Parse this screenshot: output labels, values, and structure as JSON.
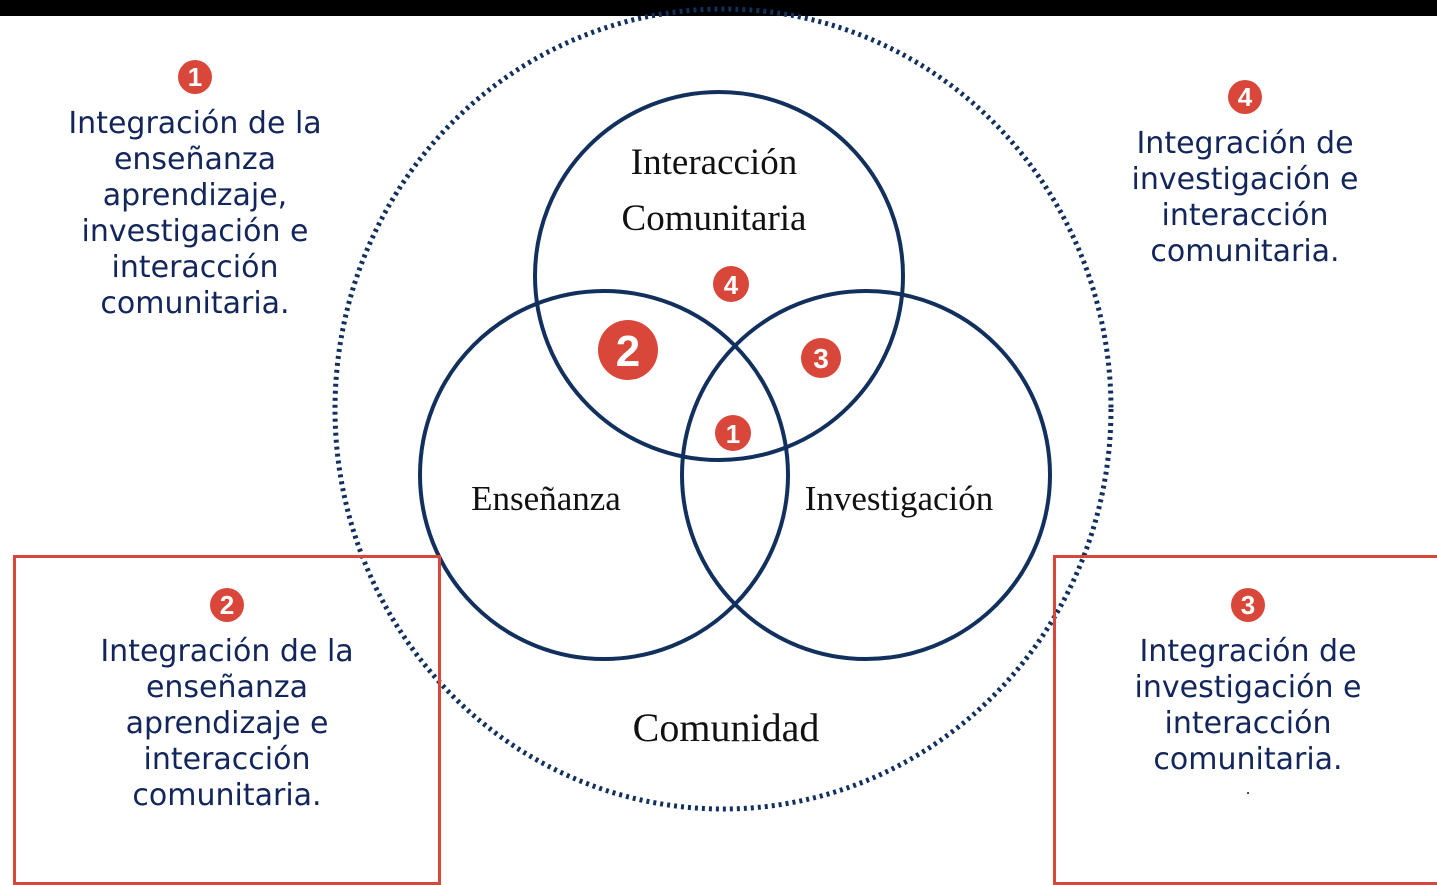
{
  "colors": {
    "circle_stroke": "#12305e",
    "badge_fill": "#d8473a",
    "note_text": "#13265b",
    "box_border": "#d8473a"
  },
  "circles": {
    "top_label_lines": [
      "Interacción",
      "Comunitaria"
    ],
    "left_label": "Enseñanza",
    "right_label": "Investigación",
    "outer_label": "Comunidad"
  },
  "badges": {
    "center": "1",
    "left_top": "2",
    "right_top": "3",
    "top": "4"
  },
  "notes": {
    "top_left": {
      "badge": "1",
      "lines": [
        "Integración de la",
        "enseñanza",
        "aprendizaje,",
        "investigación e",
        "interacción",
        "comunitaria."
      ]
    },
    "top_right": {
      "badge": "4",
      "lines": [
        "Integración de",
        "investigación e",
        "interacción",
        "comunitaria."
      ]
    },
    "bottom_left": {
      "badge": "2",
      "lines": [
        "Integración de la",
        "enseñanza",
        "aprendizaje e",
        "interacción",
        "comunitaria."
      ]
    },
    "bottom_right": {
      "badge": "3",
      "lines": [
        "Integración de",
        "investigación e",
        "interacción",
        "comunitaria.",
        "."
      ]
    }
  }
}
